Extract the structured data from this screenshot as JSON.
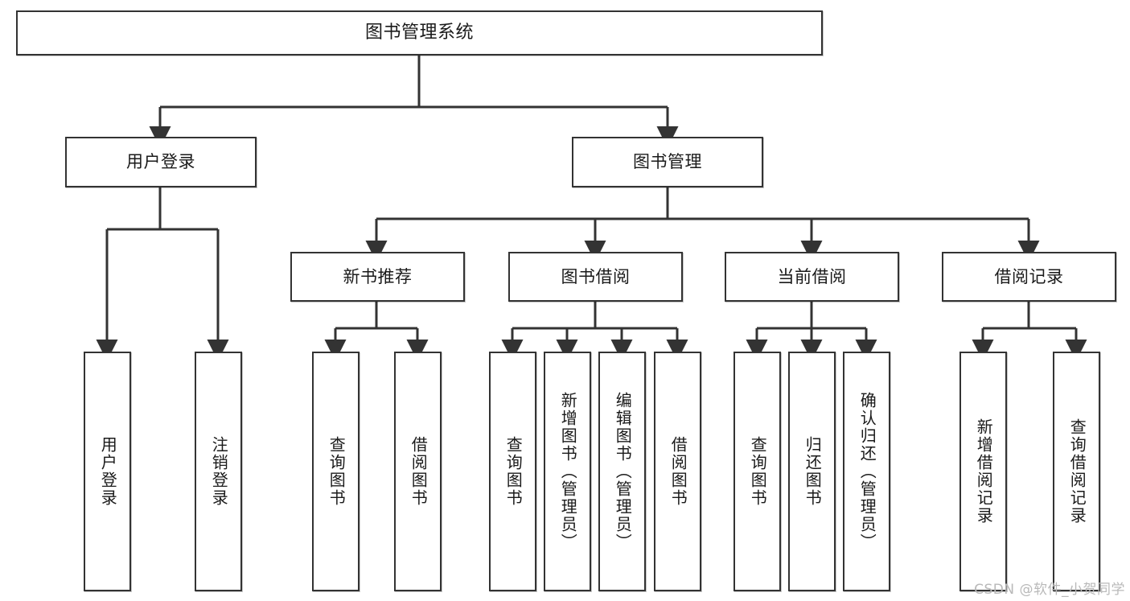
{
  "diagram": {
    "title": "图书管理系统",
    "type": "functional-structure-tree",
    "root": {
      "id": "root",
      "label": "图书管理系统"
    },
    "level2": [
      {
        "id": "user-login",
        "label": "用户登录"
      },
      {
        "id": "book-manage",
        "label": "图书管理"
      }
    ],
    "level3": [
      {
        "id": "new-book-rec",
        "label": "新书推荐"
      },
      {
        "id": "book-borrow",
        "label": "图书借阅"
      },
      {
        "id": "current-borrow",
        "label": "当前借阅"
      },
      {
        "id": "borrow-record",
        "label": "借阅记录"
      }
    ],
    "leaves": [
      {
        "id": "leaf-user-login",
        "label": "用户登录"
      },
      {
        "id": "leaf-logout",
        "label": "注销登录"
      },
      {
        "id": "leaf-query-book-1",
        "label": "查询图书"
      },
      {
        "id": "leaf-borrow-book-1",
        "label": "借阅图书"
      },
      {
        "id": "leaf-query-book-2",
        "label": "查询图书"
      },
      {
        "id": "leaf-add-book",
        "label": "新增图书（管理员）"
      },
      {
        "id": "leaf-edit-book",
        "label": "编辑图书（管理员）"
      },
      {
        "id": "leaf-borrow-book-2",
        "label": "借阅图书"
      },
      {
        "id": "leaf-query-book-3",
        "label": "查询图书"
      },
      {
        "id": "leaf-return-book",
        "label": "归还图书"
      },
      {
        "id": "leaf-confirm-return",
        "label": "确认归还（管理员）"
      },
      {
        "id": "leaf-add-record",
        "label": "新增借阅记录"
      },
      {
        "id": "leaf-query-record",
        "label": "查询借阅记录"
      }
    ]
  },
  "watermark": {
    "text": "CSDN @软件_小贺同学"
  },
  "colors": {
    "box_border": "#333333",
    "box_fill": "#ffffff",
    "line": "#333333",
    "text": "#1a1a1a",
    "watermark": "#b9b9b9",
    "background": "#ffffff"
  }
}
